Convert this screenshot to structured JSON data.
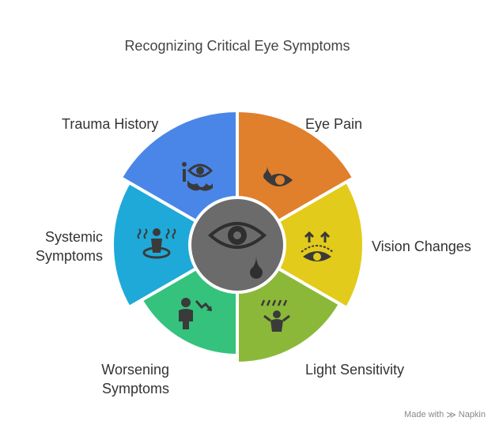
{
  "title": "Recognizing Critical Eye Symptoms",
  "segments": [
    {
      "label": "Eye Pain",
      "color": "#E07F2C",
      "icon": "tear-eye-icon"
    },
    {
      "label": "Vision Changes",
      "color": "#E2CB1B",
      "icon": "eye-arrows-icon"
    },
    {
      "label": "Light Sensitivity",
      "color": "#8CB83A",
      "icon": "person-light-rays-icon"
    },
    {
      "label": "Worsening Symptoms",
      "color": "#35C27D",
      "icon": "person-downtrend-icon"
    },
    {
      "label": "Systemic Symptoms",
      "color": "#1FA9D8",
      "icon": "person-heat-icon"
    },
    {
      "label": "Trauma History",
      "color": "#4A86E8",
      "icon": "injured-eye-icon"
    }
  ],
  "center": {
    "color": "#6B6B6B",
    "icon": "crying-eye-icon"
  },
  "watermark": {
    "text": "Made with",
    "brand": "Napkin"
  }
}
